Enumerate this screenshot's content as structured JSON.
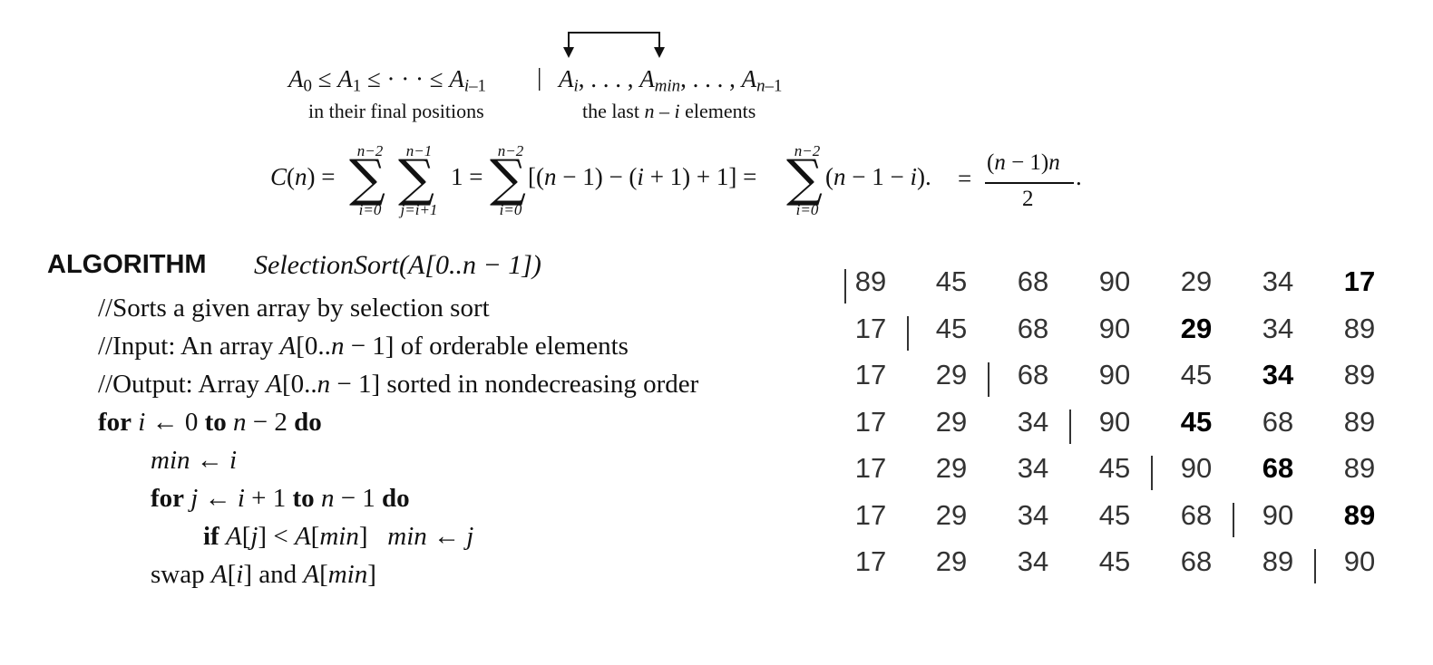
{
  "invariant": {
    "left_expr": "A0 ≤ A1 ≤ · · · ≤ Ai–1",
    "divider": "|",
    "right_expr": "Ai, . . . , Amin, . . . , An–1",
    "left_caption": "in their final positions",
    "right_caption": "the last n – i elements"
  },
  "formula": {
    "lhs": "C(n) =",
    "sum1_upper": "n−2",
    "sum1_lower": "i=0",
    "sum2_upper": "n−1",
    "sum2_lower": "j=i+1",
    "term1": "1 =",
    "sum3_upper": "n−2",
    "sum3_lower": "i=0",
    "term2": "[(n − 1) − (i + 1) + 1] =",
    "sum4_upper": "n−2",
    "sum4_lower": "i=0",
    "term3": "(n − 1 − i).",
    "eq": "=",
    "frac_num": "(n − 1)n",
    "frac_den": "2",
    "end": "."
  },
  "algorithm": {
    "keyword": "ALGORITHM",
    "name": "SelectionSort(A[0..n − 1])",
    "comment1": "//Sorts a given array by selection sort",
    "comment2": "//Input: An array A[0..n − 1] of orderable elements",
    "comment3": "//Output: Array A[0..n − 1] sorted in nondecreasing order",
    "line1_for": "for",
    "line1_body": " i ← 0 ",
    "line1_to": "to",
    "line1_end": " n − 2 ",
    "line1_do": "do",
    "line2": "min ← i",
    "line3_for": "for",
    "line3_body": " j ← i + 1 ",
    "line3_to": "to",
    "line3_end": " n − 1 ",
    "line3_do": "do",
    "line4_if": "if",
    "line4_body": " A[j] < A[min]   min ← j",
    "line5": "swap A[i] and A[min]"
  },
  "trace": {
    "rows": [
      {
        "values": [
          "89",
          "45",
          "68",
          "90",
          "29",
          "34",
          "17"
        ],
        "bar_before": 0,
        "bold": 6
      },
      {
        "values": [
          "17",
          "45",
          "68",
          "90",
          "29",
          "34",
          "89"
        ],
        "bar_before": 1,
        "bold": 4
      },
      {
        "values": [
          "17",
          "29",
          "68",
          "90",
          "45",
          "34",
          "89"
        ],
        "bar_before": 2,
        "bold": 5
      },
      {
        "values": [
          "17",
          "29",
          "34",
          "90",
          "45",
          "68",
          "89"
        ],
        "bar_before": 3,
        "bold": 4
      },
      {
        "values": [
          "17",
          "29",
          "34",
          "45",
          "90",
          "68",
          "89"
        ],
        "bar_before": 4,
        "bold": 5
      },
      {
        "values": [
          "17",
          "29",
          "34",
          "45",
          "68",
          "90",
          "89"
        ],
        "bar_before": 5,
        "bold": 6
      },
      {
        "values": [
          "17",
          "29",
          "34",
          "45",
          "68",
          "89",
          "90"
        ],
        "bar_before": 6,
        "bold": -1
      }
    ]
  }
}
